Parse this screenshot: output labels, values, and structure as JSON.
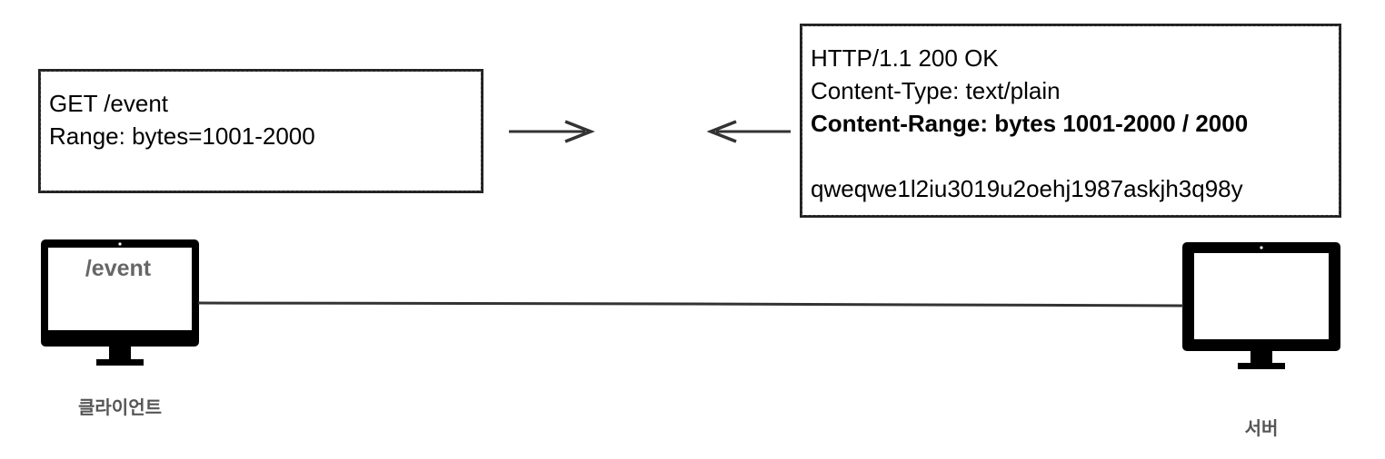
{
  "request": {
    "lines": [
      "GET /event",
      "Range: bytes=1001-2000"
    ]
  },
  "response": {
    "line1": "HTTP/1.1 200 OK",
    "line2": "Content-Type: text/plain",
    "line3": "Content-Range: bytes 1001-2000 / 2000",
    "line5": "qweqwe1l2iu3019u2oehj1987askjh3q98y"
  },
  "client": {
    "screen_text": "/event",
    "caption": "클라이언트",
    "icon": "monitor-icon"
  },
  "server": {
    "caption": "서버",
    "icon": "monitor-icon"
  },
  "arrows": {
    "request_direction": "right",
    "response_direction": "left",
    "color": "#333333"
  }
}
